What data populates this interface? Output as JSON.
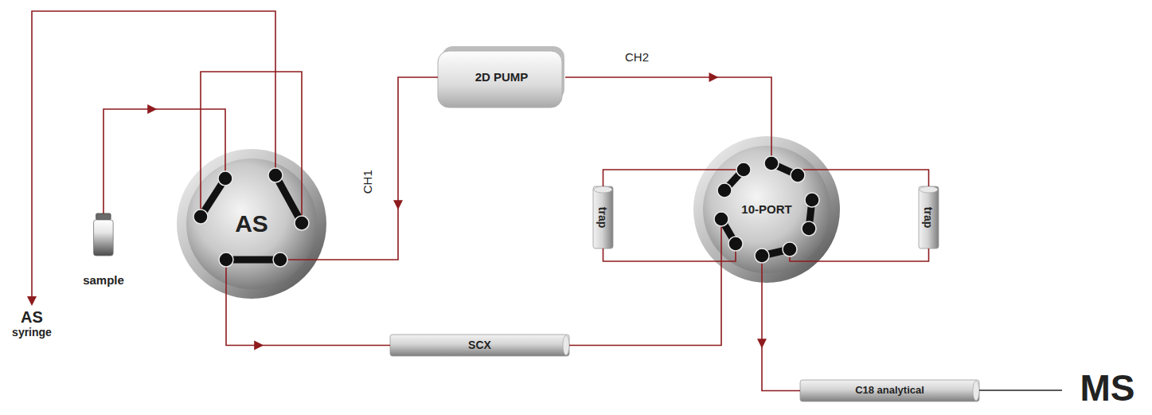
{
  "diagram": {
    "nodes": [
      {
        "text": [
          "2D PUMP"
        ]
      },
      {
        "text": [
          "sample"
        ]
      },
      {
        "text": [
          "AS"
        ]
      },
      {
        "text": [
          "trap"
        ]
      },
      {
        "text": [
          "10-PORT"
        ]
      },
      {
        "text": [
          "trap"
        ]
      },
      {
        "text": [
          "SCX"
        ]
      },
      {
        "text": [
          "C18 analytical"
        ]
      }
    ],
    "edges": [
      {
        "from": 1,
        "to": 2,
        "arrow": "to"
      },
      {
        "from": 0,
        "to": 2,
        "arrow": "to",
        "label": "CH1"
      },
      {
        "from": 0,
        "to": 4,
        "arrow": "to",
        "label": "CH2"
      },
      {
        "from": 2,
        "to": 6,
        "arrow": "to"
      },
      {
        "from": 6,
        "to": 4,
        "arrow": "none"
      },
      {
        "from": 4,
        "to": 3,
        "arrow": "none"
      },
      {
        "from": 4,
        "to": 3,
        "arrow": "none"
      },
      {
        "from": 4,
        "to": 5,
        "arrow": "none"
      },
      {
        "from": 4,
        "to": 5,
        "arrow": "none"
      },
      {
        "from": 4,
        "to": 7,
        "arrow": "to"
      }
    ],
    "labels": [
      "AS",
      "syringe",
      "MS"
    ]
  }
}
